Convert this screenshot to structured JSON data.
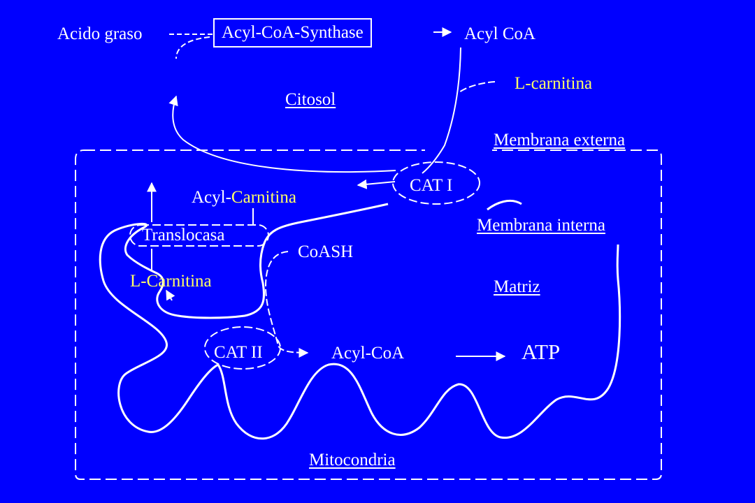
{
  "colors": {
    "background": "#0000ff",
    "line": "#ffffff",
    "highlight": "#ffff66"
  },
  "labels": {
    "acido_graso": "Acido graso",
    "acyl_coa_synthase": "Acyl-CoA-Synthase",
    "acyl_coa_top": "Acyl CoA",
    "l_carnitina_top": "L-carnitina",
    "citosol": "Citosol",
    "membrana_externa": "Membrana externa",
    "cat_i": "CAT I",
    "acyl_carnitina_prefix": "Acyl-",
    "acyl_carnitina_suffix": "Carnitina",
    "membrana_interna": "Membrana interna",
    "translocasa": "Translocasa",
    "coash": "CoASH",
    "l_carnitina_prefix": "L-",
    "l_carnitina_suffix": "Carnitina",
    "matriz": "Matriz",
    "cat_ii": "CAT II",
    "acyl_coa_matrix": "Acyl-CoA",
    "atp": "ATP",
    "mitocondria": "Mitocondria"
  }
}
